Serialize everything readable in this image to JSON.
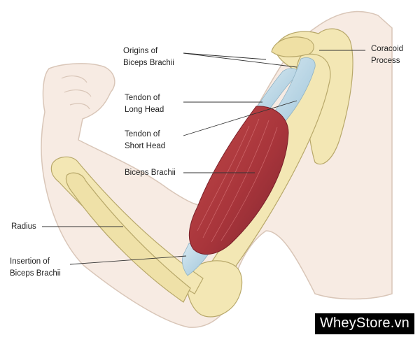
{
  "labels": {
    "origins": [
      "Origins of",
      "Biceps Brachii"
    ],
    "coracoid": [
      "Coracoid",
      "Process"
    ],
    "tendon_long": [
      "Tendon of",
      "Long Head"
    ],
    "tendon_short": [
      "Tendon of",
      "Short Head"
    ],
    "biceps": "Biceps Brachii",
    "radius": "Radius",
    "insertion": [
      "Insertion of",
      "Biceps Brachii"
    ]
  },
  "watermark": "WheyStore.vn",
  "colors": {
    "skin": "#f7e9df",
    "skin_outline": "#d9c6b8",
    "bone": "#f3e7b4",
    "bone_outline": "#b8a86a",
    "muscle": "#b33a3e",
    "muscle_dark": "#8c2a2f",
    "tendon": "#b9d7e6",
    "leader": "#333333"
  }
}
